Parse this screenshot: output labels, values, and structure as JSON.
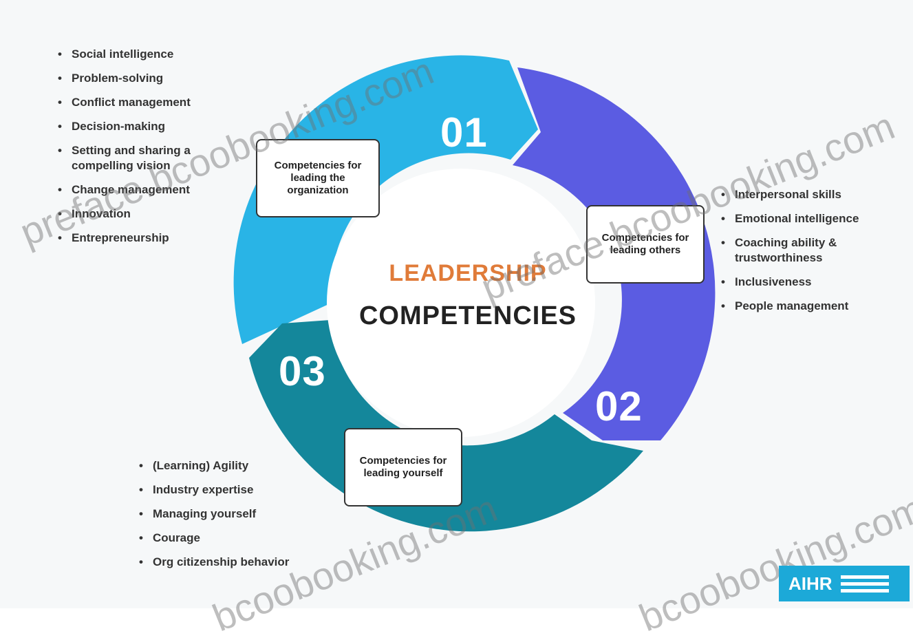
{
  "center": {
    "line1": "LEADERSHIP",
    "line2": "COMPETENCIES"
  },
  "segments": [
    {
      "number": "01",
      "box_label": "Competencies for leading the organization",
      "color": "#29b4e6",
      "items": [
        "Social intelligence",
        "Problem-solving",
        "Conflict management",
        "Decision-making",
        "Setting and sharing a compelling vision",
        "Change management",
        "Innovation",
        "Entrepreneurship"
      ]
    },
    {
      "number": "02",
      "box_label": "Competencies for leading others",
      "color": "#5b5ce2",
      "items": [
        "Interpersonal skills",
        "Emotional intelligence",
        "Coaching ability & trustworthiness",
        "Inclusiveness",
        "People management"
      ]
    },
    {
      "number": "03",
      "box_label": "Competencies for leading yourself",
      "color": "#14879b",
      "items": [
        "(Learning) Agility",
        "Industry expertise",
        "Managing yourself",
        "Courage",
        "Org citizenship behavior"
      ]
    }
  ],
  "watermarks": [
    "preface.bcoobooking.com",
    "preface.bcoobooking.com",
    "bcoobooking.com",
    "bcoobooking.com"
  ],
  "logo": {
    "text": "AIHR"
  }
}
